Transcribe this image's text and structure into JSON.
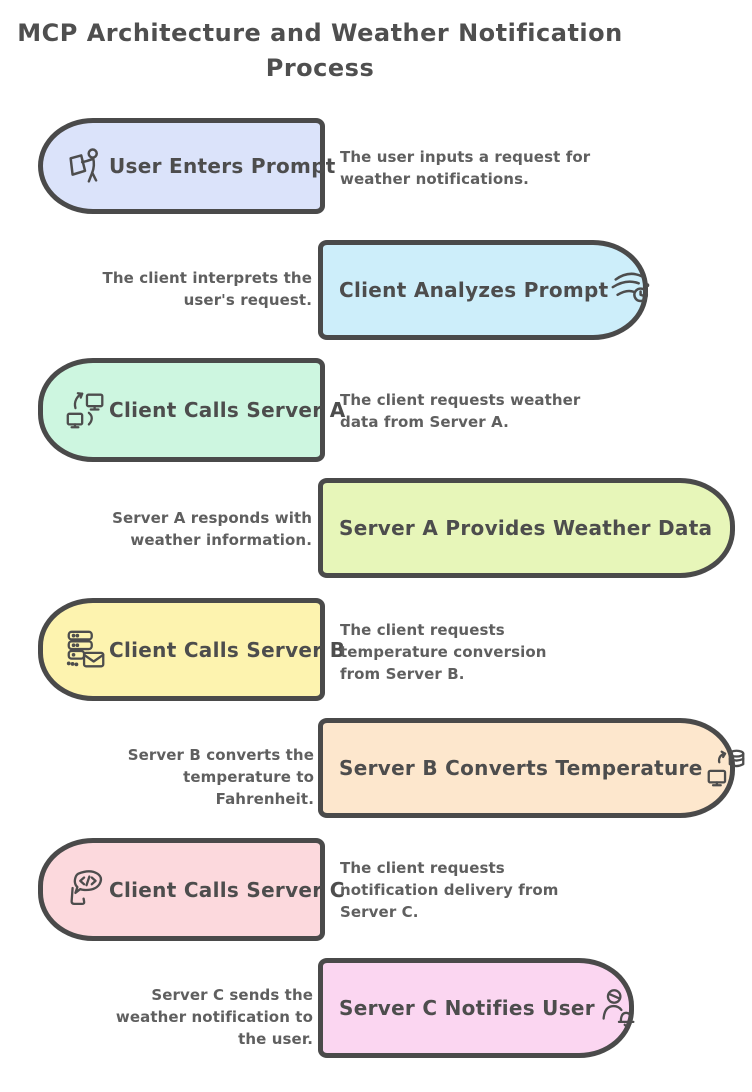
{
  "title": "MCP Architecture and Weather Notification Process",
  "colors": {
    "border": "#4a4a4a",
    "title_text": "#4f4f4f",
    "label_text": "#4d4d4d",
    "desc_text": "#5f5f5f"
  },
  "steps": [
    {
      "side": "left",
      "fill": "#dbe3fa",
      "icon": "user-at-kiosk-icon",
      "label": "User Enters Prompt",
      "desc": "The user inputs a request for weather notifications."
    },
    {
      "side": "right",
      "fill": "#cdeefa",
      "icon": "wind-speed-clock-icon",
      "label": "Client Analyzes Prompt",
      "desc": "The client interprets the user's request."
    },
    {
      "side": "left",
      "fill": "#cdf6e0",
      "icon": "sync-monitors-icon",
      "label": "Client Calls Server A",
      "desc": "The client requests weather data from Server A."
    },
    {
      "side": "right",
      "fill": "#e7f6b9",
      "icon": null,
      "label": "Server A Provides Weather Data",
      "desc": "Server A responds with weather information."
    },
    {
      "side": "left",
      "fill": "#fdf3af",
      "icon": "mail-server-icon",
      "label": "Client Calls Server B",
      "desc": "The client requests temperature conversion from Server B."
    },
    {
      "side": "right",
      "fill": "#fde7cd",
      "icon": "database-sync-icon",
      "label": "Server B Converts Temperature",
      "desc": "Server B converts the temperature to Fahrenheit."
    },
    {
      "side": "left",
      "fill": "#fcd9dd",
      "icon": "code-chat-icon",
      "label": "Client Calls Server C",
      "desc": "The client requests notification delivery from Server C."
    },
    {
      "side": "right",
      "fill": "#fbd6f1",
      "icon": "user-notification-bell-icon",
      "label": "Server C Notifies User",
      "desc": "Server C sends the weather notification to the user."
    }
  ]
}
